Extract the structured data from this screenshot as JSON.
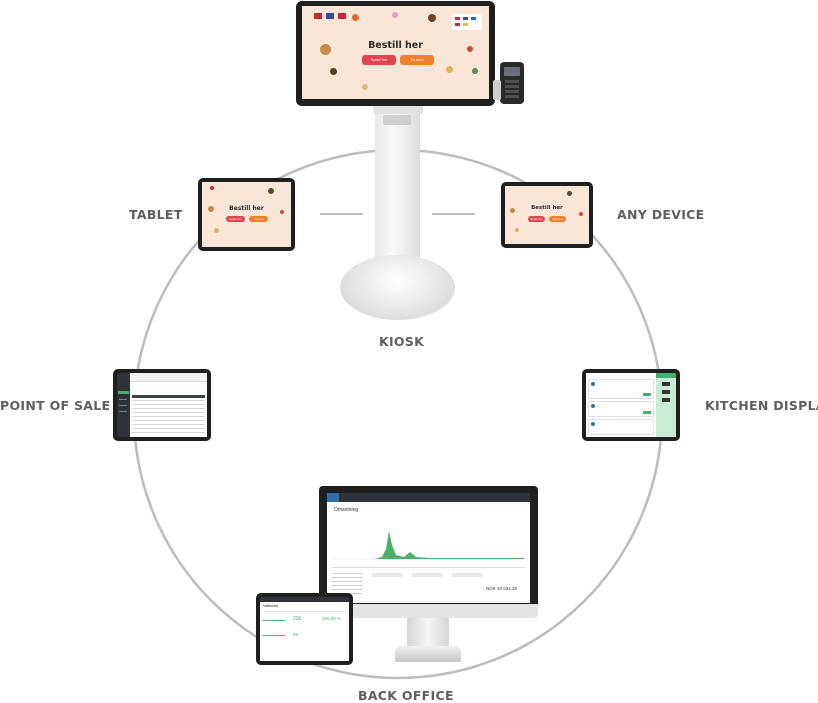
{
  "labels": {
    "kiosk": "KIOSK",
    "tablet": "TABLET",
    "any_device": "ANY DEVICE",
    "point_of_sale": "POINT OF SALE",
    "kitchen_display": "KITCHEN DISPLAY",
    "back_office": "BACK OFFICE"
  },
  "order_screen": {
    "title": "Bestill her",
    "eat_here_button": "Spise her",
    "takeaway_button": "Ta med"
  },
  "back_office_screen": {
    "title": "Omsetning",
    "total": "NOK 34 031,20"
  },
  "tablet_stats": {
    "title": "Nøkkeltall",
    "count_value": "236",
    "percent_value": "100,00 %",
    "small_value": "95"
  },
  "colors": {
    "kiosk_background": "#f9e6d6",
    "eat_here_button": "#e0444e",
    "takeaway_button": "#f07f2a",
    "chart_green": "#4caf6a",
    "kitchen_accent": "#45b06b",
    "pos_sidebar": "#2f3338",
    "back_office_nav": "#2f6fb0",
    "circle_line": "#b8b8b8"
  }
}
